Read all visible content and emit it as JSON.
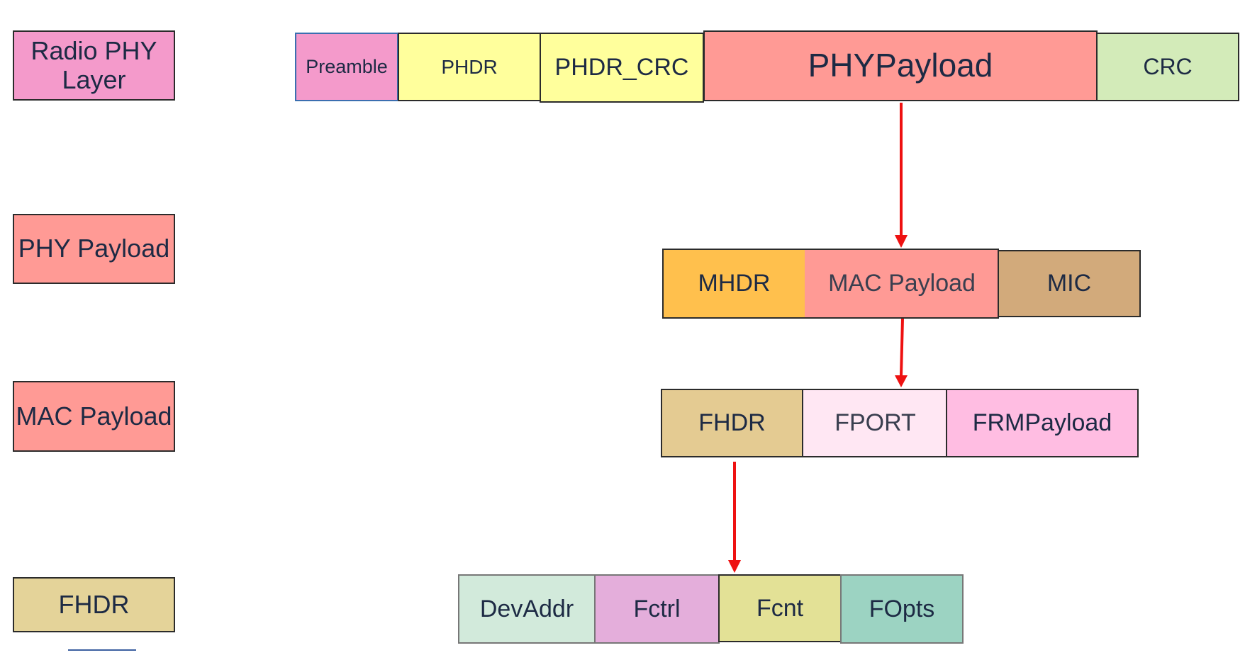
{
  "layer_labels": {
    "radio_phy": "Radio PHY Layer",
    "phy_payload": "PHY Payload",
    "mac_payload": "MAC Payload",
    "fhdr": "FHDR"
  },
  "radio_frame": {
    "preamble": "Preamble",
    "phdr": "PHDR",
    "phdr_crc": "PHDR_CRC",
    "phypayload": "PHYPayload",
    "crc": "CRC"
  },
  "phy_payload_frame": {
    "mhdr": "MHDR",
    "mac_payload": "MAC Payload",
    "mic": "MIC"
  },
  "mac_payload_frame": {
    "fhdr": "FHDR",
    "fport": "FPORT",
    "frmpayload": "FRMPayload"
  },
  "fhdr_frame": {
    "devaddr": "DevAddr",
    "fctrl": "Fctrl",
    "fcnt": "Fcnt",
    "fopts": "FOpts"
  },
  "colors": {
    "preamble": "#F49ACB",
    "phdr": "#FFFF9C",
    "phypayload": "#FF9A95",
    "crc": "#D3EBB9",
    "mhdr": "#FFC04D",
    "mic": "#D2AA7B",
    "fhdr": "#E4CB92",
    "fport": "#FFE7F3",
    "frmpayload": "#FFBDE2",
    "devaddr": "#D2EADB",
    "fctrl": "#E4AEDB",
    "fcnt": "#E3E196",
    "fopts": "#9CD3C2",
    "label_fhdr": "#E4D399",
    "arrow": "#EE1111"
  }
}
